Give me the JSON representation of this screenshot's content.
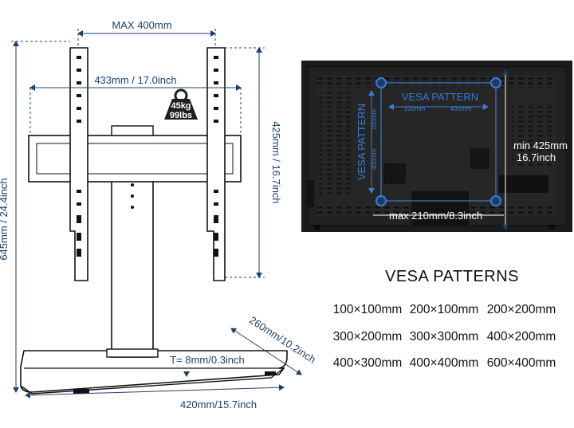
{
  "stand": {
    "max_width": "MAX 400mm",
    "bracket_width": "433mm / 17.0inch",
    "weight_kg": "45kg",
    "weight_lbs": "99lbs",
    "height_adjust": "425mm / 16.7inch",
    "total_height": "645mm / 24.4inch",
    "base_depth": "260mm/10.2inch",
    "base_thickness": "T= 8mm/0.3inch",
    "base_width": "420mm/15.7inch"
  },
  "tv": {
    "vesa_h_label": "VESA PATTERN",
    "vesa_h_min": "100mm",
    "vesa_h_max": "400mm",
    "vesa_v_label": "VESA PATTERN",
    "vesa_v_min": "100mm",
    "vesa_v_max": "400mm",
    "min_height_line1": "min 425mm",
    "min_height_line2": "16.7inch",
    "max_width": "max 210mm/8.3inch"
  },
  "patterns": {
    "title": "VESA PATTERNS",
    "rows": [
      [
        "100×100mm",
        "200×100mm",
        "200×200mm"
      ],
      [
        "300×200mm",
        "300×300mm",
        "400×200mm"
      ],
      [
        "400×300mm",
        "400×400mm",
        "600×400mm"
      ]
    ]
  },
  "colors": {
    "dimension": "#1f3f6b",
    "vesa": "#3b7bd4",
    "tv_back": "#1b1b1b"
  }
}
